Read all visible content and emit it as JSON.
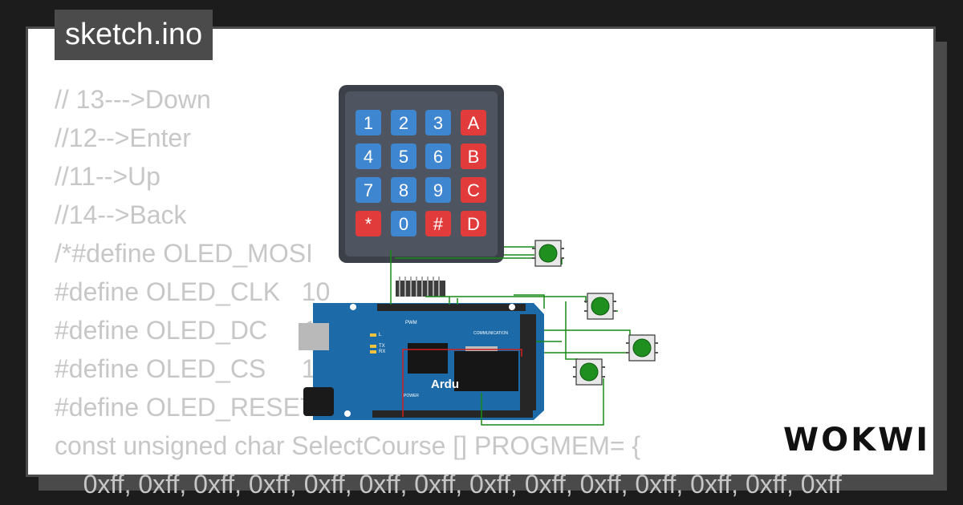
{
  "tab": {
    "filename": "sketch.ino"
  },
  "code_lines": [
    "// 13--->Down",
    "//12-->Enter",
    "//11-->Up",
    "//14-->Back",
    "/*#define OLED_MOSI",
    "#define OLED_CLK   10",
    "#define OLED_DC     11",
    "#define OLED_CS     12",
    "#define OLED_RESET 13",
    "const unsigned char SelectCourse [] PROGMEM= {",
    "    0xff, 0xff, 0xff, 0xff, 0xff, 0xff, 0xff, 0xff, 0xff, 0xff, 0xff, 0xff, 0xff, 0xff"
  ],
  "keypad": {
    "rows": [
      [
        "1",
        "2",
        "3",
        "A"
      ],
      [
        "4",
        "5",
        "6",
        "B"
      ],
      [
        "7",
        "8",
        "9",
        "C"
      ],
      [
        "*",
        "0",
        "#",
        "D"
      ]
    ],
    "colors": {
      "digit": "#3f86d1",
      "letter": "#e23b3b",
      "frame": "#3c4149",
      "inner": "#4f5560"
    }
  },
  "board": {
    "label": "Ardu",
    "pwm_label": "PWM",
    "communication_label": "COMMUNICATION",
    "power_label": "POWER",
    "led_labels": [
      "L",
      "TX",
      "RX"
    ],
    "color": "#1c6aa7"
  },
  "wire_colors": {
    "signal": "#168a16",
    "power": "#d11f1f"
  },
  "brand": {
    "logo": "WOKWI"
  }
}
